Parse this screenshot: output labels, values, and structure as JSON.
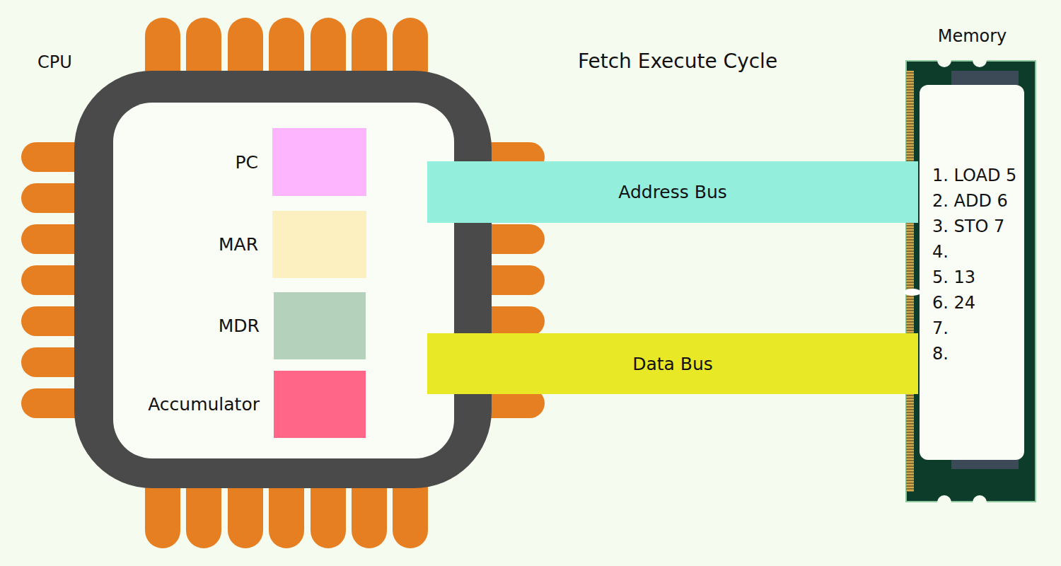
{
  "diagram": {
    "title": "Fetch Execute Cycle",
    "nodes": [
      {
        "text": [
          "CPU"
        ]
      },
      {
        "text": [
          "PC"
        ],
        "in": 0
      },
      {
        "text": [
          "MAR"
        ],
        "in": 0
      },
      {
        "text": [
          "MDR"
        ],
        "in": 0
      },
      {
        "text": [
          "Accumulator"
        ],
        "in": 0
      },
      {
        "text": [
          "Address Bus"
        ]
      },
      {
        "text": [
          "Data Bus"
        ]
      },
      {
        "text": [
          "Memory",
          "1. LOAD 5",
          "2. ADD 6",
          "3. STO 7",
          "4.",
          "5. 13",
          "6. 24",
          "7.",
          "8."
        ]
      }
    ]
  }
}
